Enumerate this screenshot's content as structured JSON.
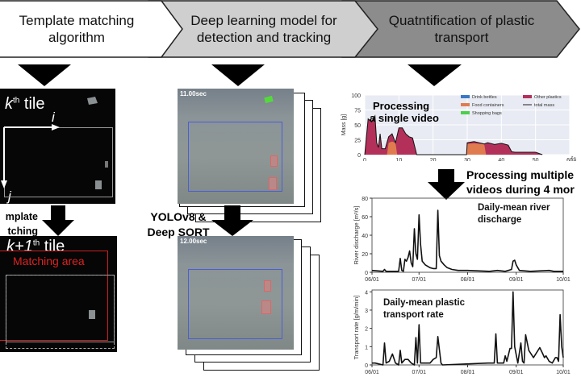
{
  "steps": [
    {
      "line1": "Template matching",
      "line2": "algorithm",
      "fill": "#ffffff"
    },
    {
      "line1": "Deep learning model for",
      "line2": "detection and tracking",
      "fill": "#cfcfcf"
    },
    {
      "line1": "Quatntification of plastic",
      "line2": "transport",
      "fill": "#8c8c8c"
    }
  ],
  "template": {
    "tile_k": "k",
    "tile_k_sup": "th",
    "tile_k_suffix": " tile",
    "axis_i": "i",
    "axis_j": "j",
    "step_label_1": "mplate",
    "step_label_2": "tching",
    "tile_k1": "k+1",
    "tile_k1_sup": "th",
    "tile_k1_suffix": " tile",
    "matching_area": "Matching area"
  },
  "detection": {
    "frame1_time": "11.00sec",
    "frame2_time": "12.00sec",
    "method_1": "YOLOv8 &",
    "method_2": "Deep SORT"
  },
  "quantification": {
    "single_1": "Processing",
    "single_2": "a single video",
    "multi_1": "Processing multiple",
    "multi_2": "videos during 4 mor"
  },
  "chart_data": [
    {
      "type": "area",
      "ylabel": "Mass [g]",
      "xunit_label": "[s",
      "xlim": [
        0,
        60
      ],
      "ylim": [
        0,
        100
      ],
      "xticks": [
        "0",
        "10",
        "20",
        "30",
        "40",
        "50",
        "60"
      ],
      "yticks": [
        "0",
        "25",
        "50",
        "75",
        "100"
      ],
      "grid": true,
      "legend": [
        "Drink bottles",
        "Food containers",
        "Shopping bags",
        "Other plastics",
        "total mass"
      ],
      "legend_colors": [
        "#3a78c4",
        "#e07b4f",
        "#4ccf4c",
        "#b3305a",
        "#222222"
      ],
      "legend_position": "top-right",
      "series": [
        {
          "name": "total mass",
          "x": [
            0,
            0.5,
            1,
            2,
            3,
            3.5,
            4,
            4.5,
            5,
            6,
            7,
            8,
            9,
            10,
            11,
            12,
            13,
            14,
            15,
            15.2,
            29.8,
            30,
            32,
            35,
            36,
            38,
            40,
            42,
            43,
            44,
            50,
            52
          ],
          "y": [
            0,
            30,
            60,
            55,
            65,
            20,
            12,
            35,
            10,
            10,
            30,
            35,
            20,
            45,
            45,
            35,
            30,
            28,
            5,
            0,
            0,
            20,
            22,
            18,
            20,
            17,
            19,
            16,
            5,
            4,
            4,
            0
          ]
        },
        {
          "name": "Food containers",
          "x": [
            0,
            6.5,
            7,
            8,
            9,
            9.5,
            10,
            29.8,
            30,
            32,
            34,
            35,
            35.5,
            60
          ],
          "y": [
            0,
            0,
            20,
            22,
            20,
            0,
            0,
            0,
            18,
            19,
            18,
            17,
            0,
            0
          ]
        }
      ]
    },
    {
      "type": "line",
      "title": "Daily-mean river discharge",
      "ylabel": "River discharge [m³/s]",
      "ylim": [
        0,
        80
      ],
      "yticks": [
        "0",
        "20",
        "40",
        "60",
        "80"
      ],
      "xticks": [
        "06/01",
        "07/01",
        "08/01",
        "09/01",
        "10/01"
      ],
      "x": [
        "06/01",
        "06/08",
        "06/09",
        "06/10",
        "06/18",
        "06/19",
        "06/20",
        "06/21",
        "06/22",
        "06/23",
        "06/24",
        "06/25",
        "06/26",
        "06/27",
        "06/28",
        "06/29",
        "06/30",
        "07/01",
        "07/02",
        "07/03",
        "07/05",
        "07/08",
        "07/10",
        "07/12",
        "07/13",
        "07/14",
        "07/15",
        "07/17",
        "07/19",
        "07/22",
        "07/26",
        "08/01",
        "08/15",
        "08/20",
        "08/25",
        "08/29",
        "08/30",
        "08/31",
        "09/01",
        "09/03",
        "09/10",
        "09/22",
        "09/25",
        "10/01"
      ],
      "y": [
        2,
        1,
        3,
        1,
        1,
        15,
        2,
        1,
        14,
        12,
        16,
        23,
        10,
        6,
        47,
        20,
        14,
        62,
        30,
        12,
        8,
        5,
        4,
        4,
        67,
        18,
        12,
        8,
        5,
        3,
        2,
        2,
        1,
        2,
        1,
        3,
        12,
        13,
        8,
        2,
        1,
        2,
        1,
        1
      ]
    },
    {
      "type": "line",
      "title": "Daily-mean plastic transport rate",
      "ylabel": "Transport rate [g/m/min]",
      "ylim": [
        0,
        4.1
      ],
      "yticks": [
        "0",
        "1",
        "2",
        "3",
        "4"
      ],
      "xticks": [
        "06/01",
        "07/01",
        "08/01",
        "09/01",
        "10/01"
      ],
      "x": [
        "06/01",
        "06/03",
        "06/08",
        "06/09",
        "06/10",
        "06/12",
        "06/14",
        "06/16",
        "06/18",
        "06/19",
        "06/20",
        "06/22",
        "06/24",
        "06/26",
        "06/28",
        "06/29",
        "06/30",
        "07/01",
        "07/02",
        "07/08",
        "07/10",
        "07/12",
        "07/13",
        "07/15",
        "07/16",
        "08/14",
        "08/15",
        "08/18",
        "08/19",
        "08/20",
        "08/24",
        "08/25",
        "08/26",
        "08/28",
        "08/29",
        "08/30",
        "08/31",
        "09/02",
        "09/04",
        "09/05",
        "09/06",
        "09/07",
        "09/09",
        "09/12",
        "09/16",
        "09/18",
        "09/19",
        "09/20",
        "09/22",
        "09/24",
        "09/26",
        "09/27",
        "09/28",
        "09/29",
        "09/30",
        "10/01"
      ],
      "y": [
        0.1,
        0.1,
        0,
        1.2,
        0.1,
        0.2,
        0.6,
        0.1,
        0,
        0.8,
        0.1,
        0.3,
        0.3,
        0.1,
        0,
        1.5,
        0.1,
        2.2,
        0.1,
        0.1,
        0.3,
        0.4,
        1.55,
        0.1,
        0,
        0.1,
        0.1,
        0.1,
        1.7,
        0.1,
        0.1,
        0.5,
        0.2,
        0.9,
        0.9,
        4.0,
        1.0,
        0.1,
        1.2,
        0.2,
        0.1,
        1.65,
        0.8,
        0.4,
        0.95,
        0.6,
        0.4,
        0.5,
        0.2,
        0.1,
        0.4,
        0.4,
        0.2,
        2.75,
        1.0,
        0.4
      ]
    }
  ]
}
